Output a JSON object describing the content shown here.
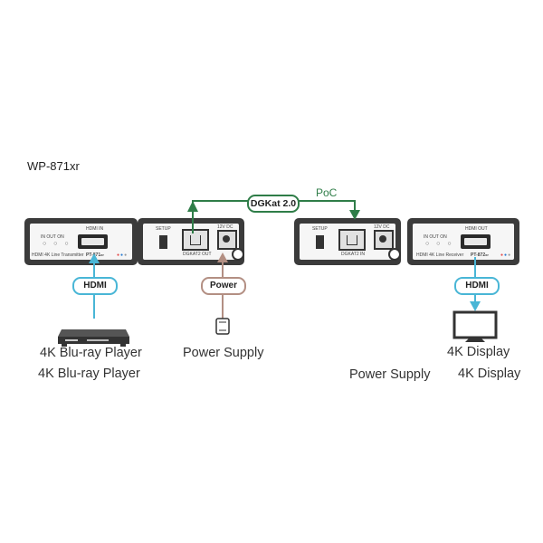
{
  "title": "WP-871xr",
  "transmitter": {
    "hdmi_in_label": "HDMI IN",
    "in_out_on_label": "IN  OUT  ON",
    "leds": "○ ○ ○",
    "name_label": "HDMI 4K Line Transmitter",
    "model": "PT-871",
    "model_suffix": "xr"
  },
  "tx_power_unit": {
    "setup_label": "SETUP",
    "dc_label": "12V DC",
    "port_label": "DGKAT2 OUT"
  },
  "rx_power_unit": {
    "setup_label": "SETUP",
    "dc_label": "12V DC",
    "port_label": "DGKAT2 IN"
  },
  "receiver": {
    "hdmi_out_label": "HDMI OUT",
    "in_out_on_label": "IN  OUT  ON",
    "leds": "○ ○ ○",
    "name_label": "HDMI 4K Line Receiver",
    "model": "PT-872",
    "model_suffix": "xr"
  },
  "link_labels": {
    "dgkat": "DGKat 2.0",
    "poc": "PoC",
    "hdmi_left": "HDMI",
    "hdmi_right": "HDMI",
    "power": "Power"
  },
  "captions": {
    "bluray_1": "4K Blu-ray Player",
    "bluray_2": "4K Blu-ray Player",
    "power_supply_1": "Power Supply",
    "power_supply_2": "Power Supply",
    "display_1": "4K Display",
    "display_2": "4K Display"
  },
  "colors": {
    "hdmi": "#49b6d6",
    "power": "#b38f83",
    "dgkat": "#2f7d48",
    "device": "#3b3b3b"
  }
}
